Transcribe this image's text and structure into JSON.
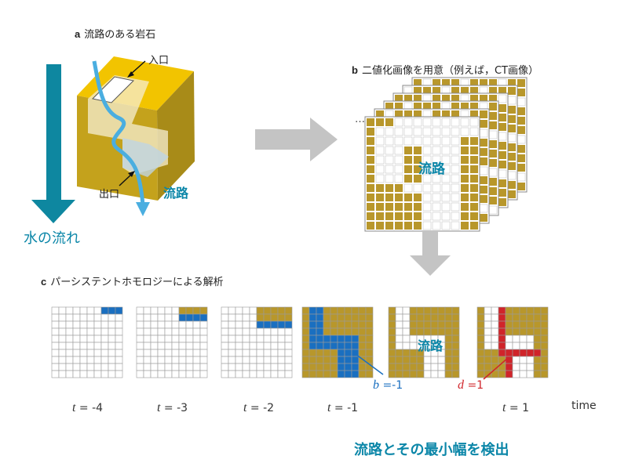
{
  "panel_a": {
    "title_letter": "a",
    "title": "流路のある岩石",
    "inlet": "入口",
    "outlet": "出口",
    "flow_path": "流路",
    "water_flow": "水の流れ"
  },
  "panel_b": {
    "title_letter": "b",
    "title": "二値化画像を用意（例えば，CT画像）",
    "ellipsis": "…",
    "flow_path": "流路"
  },
  "panel_c": {
    "title_letter": "c",
    "title": "パーシステントホモロジーによる解析",
    "flow_path": "流路",
    "b_label_var": "b",
    "b_label_val": " =-1",
    "d_label_var": "d",
    "d_label_val": " =1",
    "time_labels": [
      {
        "var": "t",
        "val": " = -4"
      },
      {
        "var": "t",
        "val": " = -3"
      },
      {
        "var": "t",
        "val": " = -2"
      },
      {
        "var": "t",
        "val": " = -1"
      },
      {
        "var": "t",
        "val": " = 1"
      }
    ],
    "time_axis": "time"
  },
  "conclusion": "流路とその最小幅を検出",
  "colors": {
    "rock": "#b8972b",
    "teal": "#0b86a8",
    "arrow_gray": "#c4c4c4",
    "blue_cell": "#1a6fc0",
    "red_cell": "#d0242a",
    "sky": "#4aaee0"
  }
}
